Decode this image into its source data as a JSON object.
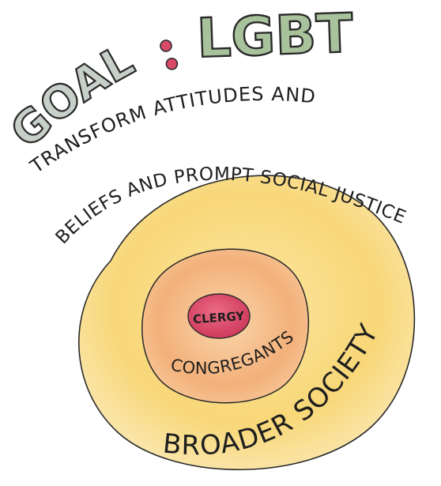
{
  "heading": {
    "prefix": "GOAL",
    "separator": ":",
    "emphasis": "LGBT"
  },
  "goal_description": {
    "line1": "TRANSFORM ATTITUDES AND",
    "line2": "BELIEFS AND PROMPT SOCIAL JUSTICE"
  },
  "circles": {
    "outer": {
      "label": "BROADER SOCIETY"
    },
    "middle": {
      "label": "CONGREGANTS"
    },
    "inner": {
      "label": "CLERGY"
    }
  },
  "colors": {
    "outer_fill": "#f8d777",
    "middle_fill": "#f3b07a",
    "inner_fill": "#d94a69",
    "goal_text_fill": "#c7cfc9",
    "lgbt_text_fill": "#a8c29b",
    "ink": "#1e1e1e"
  }
}
